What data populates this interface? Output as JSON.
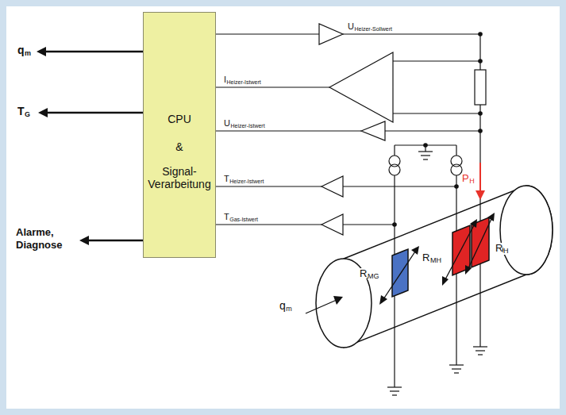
{
  "diagram": {
    "nodes": [
      {
        "text": [
          "CPU",
          "&",
          "Signal-Verarbeitung"
        ]
      }
    ],
    "labels": [
      "q",
      "m",
      "T",
      "G",
      "Alarme, Diagnose",
      "U",
      "Heizer-Sollwert",
      "I",
      "Heizer-Istwert",
      "U",
      "Heizer-Istwert",
      "T",
      "Heizer-Istwert",
      "T",
      "Gas-Istwert",
      "P",
      "H",
      "R",
      "MG",
      "R",
      "MH",
      "R",
      "H",
      "q",
      "m"
    ]
  }
}
